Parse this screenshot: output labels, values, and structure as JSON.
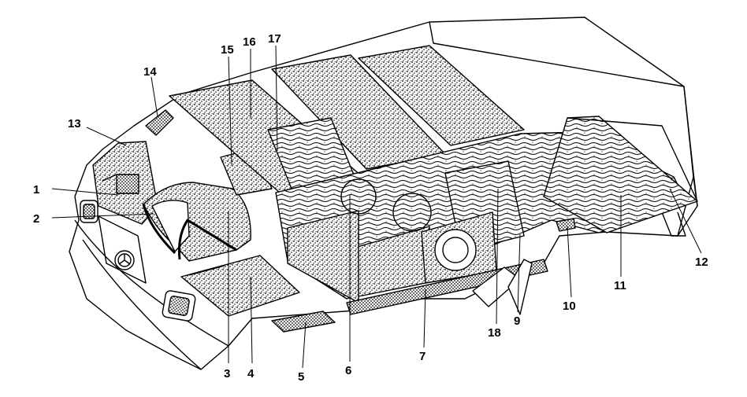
{
  "diagram": {
    "ink_color": "#000000",
    "paper_color": "#ffffff",
    "callouts": [
      {
        "id": "1",
        "text": "1"
      },
      {
        "id": "2",
        "text": "2"
      },
      {
        "id": "3",
        "text": "3"
      },
      {
        "id": "4",
        "text": "4"
      },
      {
        "id": "5",
        "text": "5"
      },
      {
        "id": "6",
        "text": "6"
      },
      {
        "id": "7",
        "text": "7"
      },
      {
        "id": "8",
        "text": "18"
      },
      {
        "id": "9",
        "text": "9"
      },
      {
        "id": "10",
        "text": "10"
      },
      {
        "id": "11",
        "text": "11"
      },
      {
        "id": "12",
        "text": "12"
      },
      {
        "id": "13",
        "text": "13"
      },
      {
        "id": "14",
        "text": "14"
      },
      {
        "id": "15",
        "text": "15"
      },
      {
        "id": "16",
        "text": "16"
      },
      {
        "id": "17",
        "text": "17"
      }
    ]
  }
}
